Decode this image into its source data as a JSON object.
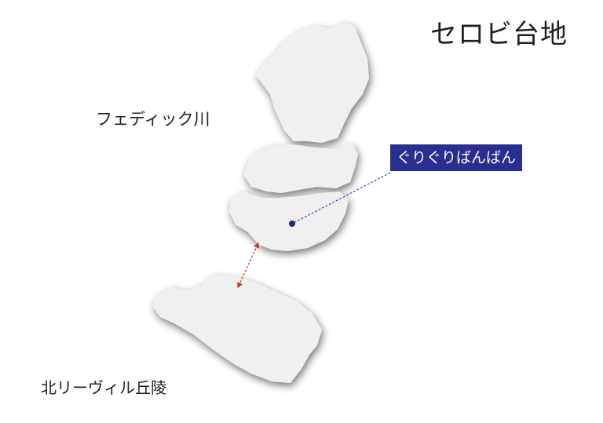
{
  "title": "セロビ台地",
  "labels": {
    "river": "フェディック川",
    "hills": "北リーヴィル丘陵"
  },
  "callout": {
    "text": "ぐりぐりばんばん"
  },
  "colors": {
    "land": "#f0f0f0",
    "callout_bg": "#2a2f8f",
    "leader_line": "#2a2f8f",
    "route_arrow": "#c0392b"
  }
}
